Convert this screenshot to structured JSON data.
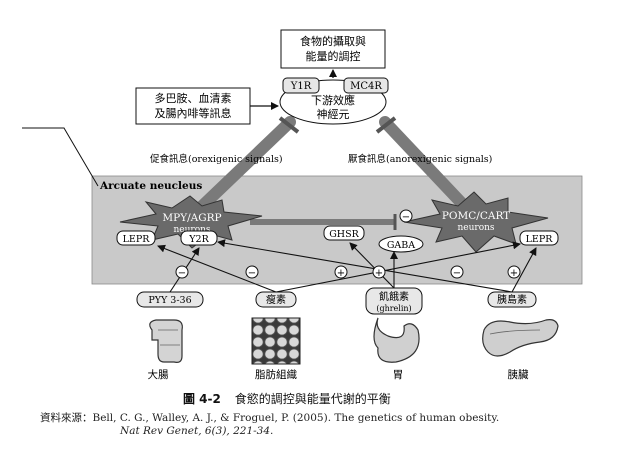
{
  "top_box": {
    "line1": "食物的攝取與",
    "line2": "能量的調控"
  },
  "left_box": {
    "line1": "多巴胺、血清素",
    "line2": "及腸內啡等訊息"
  },
  "hub": {
    "receptor_left": "Y1R",
    "receptor_right": "MC4R",
    "line1": "下游效應",
    "line2": "神經元"
  },
  "signals": {
    "orexigenic": "促食訊息(orexigenic signals)",
    "anorexigenic": "厭食訊息(anorexigenic signals)"
  },
  "arcuate_label": "Arcuate neucleus",
  "neurons": {
    "left_line1": "MPY/AGRP",
    "left_line2": "neurons",
    "right_line1": "POMC/CART",
    "right_line2": "neurons"
  },
  "receptors": {
    "lepr_left": "LEPR",
    "y2r": "Y2R",
    "ghsr": "GHSR",
    "gaba": "GABA",
    "lepr_right": "LEPR"
  },
  "signs": {
    "minus": "−",
    "plus": "+"
  },
  "hormones": {
    "pyy": "PYY 3-36",
    "leptin": "瘦素",
    "ghrelin": "飢餓素",
    "ghrelin_en": "(ghrelin)",
    "insulin": "胰島素"
  },
  "organs": {
    "colon": "大腸",
    "adipose": "脂肪組織",
    "stomach": "胃",
    "pancreas": "胰臟"
  },
  "caption": {
    "figure": "圖 4-2",
    "title": "食慾的調控與能量代謝的平衡"
  },
  "source": {
    "line1": "資料來源：Bell, C. G., Walley, A. J., & Froguel, P. (2005). The genetics of human obesity.",
    "line2": "Nat Rev Genet, 6(3), 221-34."
  }
}
